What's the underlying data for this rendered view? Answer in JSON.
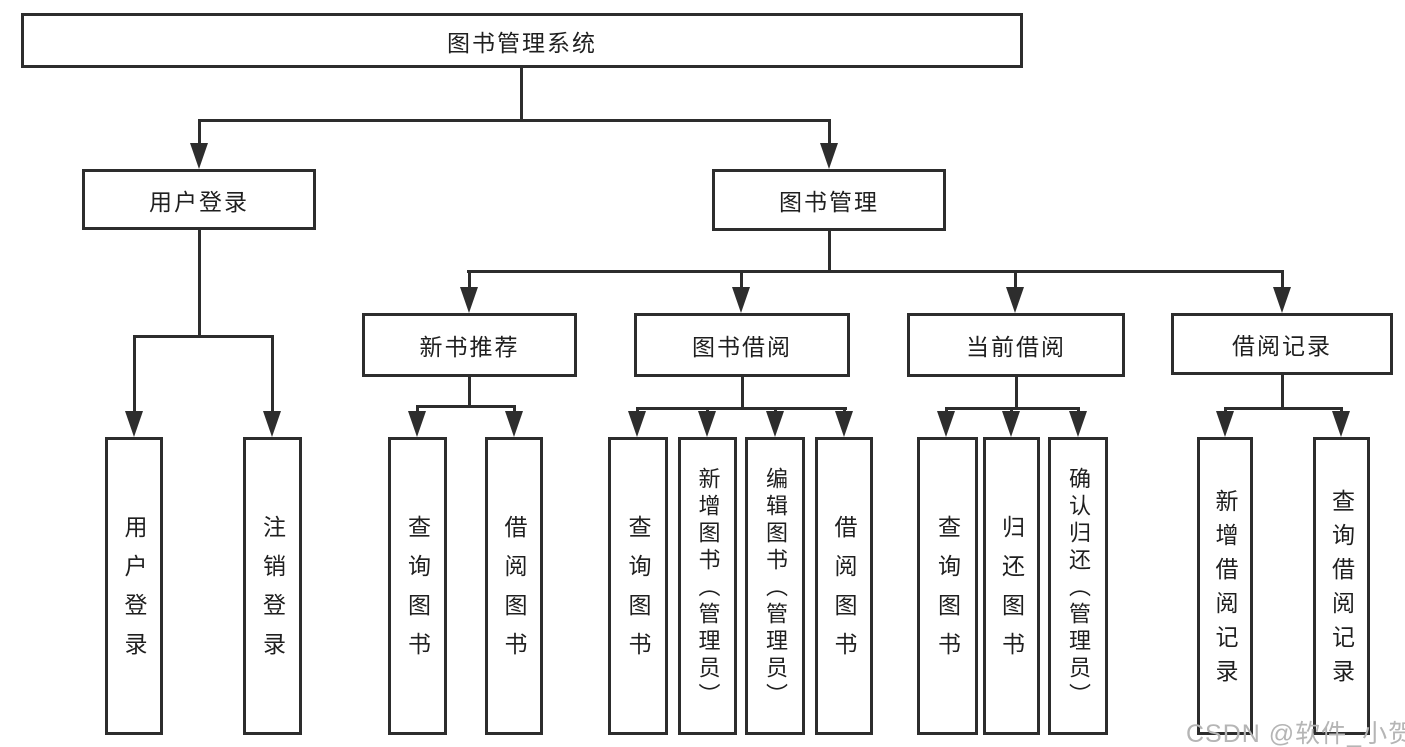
{
  "diagram_type": "function-tree",
  "nodes": {
    "root": {
      "label": "图书管理系统"
    },
    "level2": [
      {
        "label": "用户登录"
      },
      {
        "label": "图书管理"
      }
    ],
    "level3": [
      {
        "label": "新书推荐"
      },
      {
        "label": "图书借阅"
      },
      {
        "label": "当前借阅"
      },
      {
        "label": "借阅记录"
      }
    ],
    "leaves": [
      {
        "label": "用户登录"
      },
      {
        "label": "注销登录"
      },
      {
        "label": "查询图书"
      },
      {
        "label": "借阅图书"
      },
      {
        "label": "查询图书"
      },
      {
        "label": "新增图书（管理员）"
      },
      {
        "label": "编辑图书（管理员）"
      },
      {
        "label": "借阅图书"
      },
      {
        "label": "查询图书"
      },
      {
        "label": "归还图书"
      },
      {
        "label": "确认归还（管理员）"
      },
      {
        "label": "新增借阅记录"
      },
      {
        "label": "查询借阅记录"
      }
    ]
  },
  "watermark": {
    "text": "CSDN @软件_小贺同学"
  },
  "colors": {
    "line": "#2d2d2d",
    "box_border": "#2d2d2d",
    "text": "#1f1f1f",
    "background": "#ffffff",
    "watermark": "#b5b5b5"
  }
}
